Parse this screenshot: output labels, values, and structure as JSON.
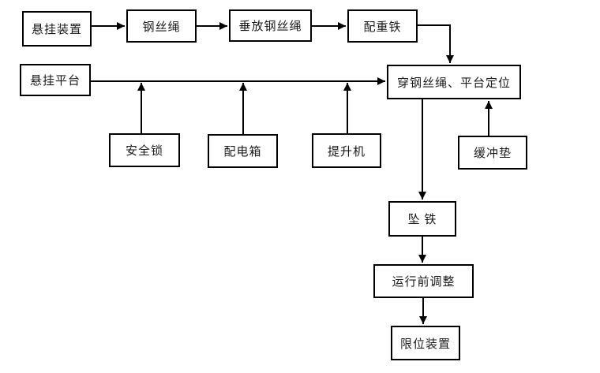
{
  "diagram": {
    "type": "flowchart",
    "colors": {
      "background": "#ffffff",
      "box_border": "#000000",
      "line": "#000000",
      "text": "#1a1a1a"
    },
    "nodes": [
      {
        "id": "suspension-device",
        "label": "悬挂装置"
      },
      {
        "id": "wire-rope",
        "label": "钢丝绳"
      },
      {
        "id": "lower-wire-rope",
        "label": "垂放钢丝绳"
      },
      {
        "id": "counterweight-iron",
        "label": "配重铁"
      },
      {
        "id": "suspended-platform",
        "label": "悬挂平台"
      },
      {
        "id": "thread-rope-platform-positioning",
        "label": "穿钢丝绳、平台定位"
      },
      {
        "id": "safety-lock",
        "label": "安全锁"
      },
      {
        "id": "power-distribution-box",
        "label": "配电箱"
      },
      {
        "id": "hoist",
        "label": "提升机"
      },
      {
        "id": "buffer-pad",
        "label": "缓冲垫"
      },
      {
        "id": "weight-iron",
        "label": "坠 铁"
      },
      {
        "id": "pre-operation-adjustment",
        "label": "运行前调整"
      },
      {
        "id": "limit-device",
        "label": "限位装置"
      }
    ],
    "edges": [
      {
        "from": "悬挂装置",
        "to": "钢丝绳"
      },
      {
        "from": "钢丝绳",
        "to": "垂放钢丝绳"
      },
      {
        "from": "垂放钢丝绳",
        "to": "配重铁"
      },
      {
        "from": "配重铁",
        "to": "穿钢丝绳、平台定位"
      },
      {
        "from": "悬挂平台",
        "to": "穿钢丝绳、平台定位"
      },
      {
        "from": "安全锁",
        "to": "穿钢丝绳、平台定位"
      },
      {
        "from": "配电箱",
        "to": "穿钢丝绳、平台定位"
      },
      {
        "from": "提升机",
        "to": "穿钢丝绳、平台定位"
      },
      {
        "from": "缓冲垫",
        "to": "穿钢丝绳、平台定位"
      },
      {
        "from": "穿钢丝绳、平台定位",
        "to": "坠 铁"
      },
      {
        "from": "坠 铁",
        "to": "运行前调整"
      },
      {
        "from": "运行前调整",
        "to": "限位装置"
      }
    ]
  }
}
